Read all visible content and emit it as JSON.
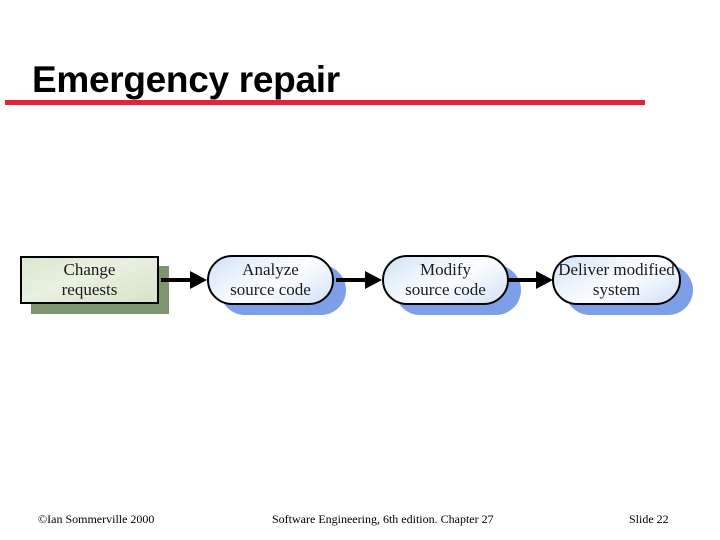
{
  "slide": {
    "title": "Emergency repair",
    "rule_color": "#e8203a",
    "background": "#ffffff"
  },
  "diagram": {
    "type": "flow",
    "nodes": [
      {
        "id": "change-requests",
        "label": "Change requests",
        "line1": "Change",
        "line2": "requests",
        "shape": "rectangle",
        "fill": "#e2ecd7",
        "shadow": "#7d9470",
        "border": "#000000"
      },
      {
        "id": "analyze-source-code",
        "label": "Analyze source code",
        "line1": "Analyze",
        "line2": "source code",
        "shape": "rounded-rectangle",
        "fill": "#eef5fd",
        "shadow": "#7d9fe8",
        "border": "#000000"
      },
      {
        "id": "modify-source-code",
        "label": "Modify source code",
        "line1": "Modify",
        "line2": "source code",
        "shape": "rounded-rectangle",
        "fill": "#eef5fd",
        "shadow": "#7d9fe8",
        "border": "#000000"
      },
      {
        "id": "deliver-modified-system",
        "label": "Deliver modified system",
        "line1": "Deliver modified",
        "line2": "system",
        "shape": "rounded-rectangle",
        "fill": "#eef5fd",
        "shadow": "#7d9fe8",
        "border": "#000000"
      }
    ],
    "arrows": [
      {
        "id": "arrow-1",
        "from": "change-requests",
        "to": "analyze-source-code"
      },
      {
        "id": "arrow-2",
        "from": "analyze-source-code",
        "to": "modify-source-code"
      },
      {
        "id": "arrow-3",
        "from": "modify-source-code",
        "to": "deliver-modified-system"
      }
    ]
  },
  "footer": {
    "left": "©Ian Sommerville 2000",
    "center": "Software Engineering, 6th edition. Chapter 27",
    "right": "Slide 22"
  }
}
